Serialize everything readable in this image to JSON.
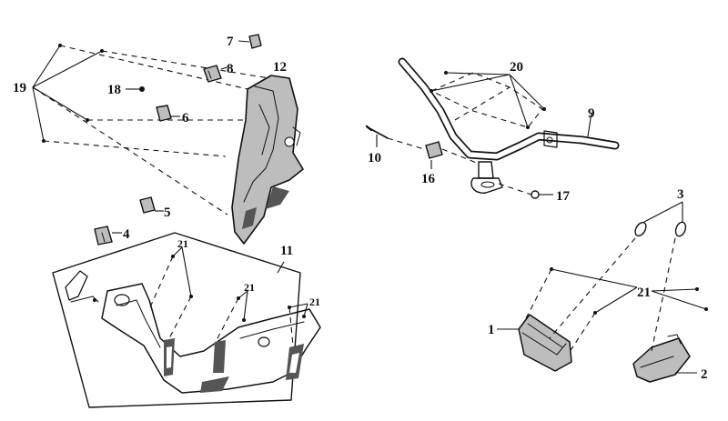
{
  "diagram": {
    "callouts": {
      "c1": "1",
      "c2": "2",
      "c3": "3",
      "c4": "4",
      "c5": "5",
      "c6": "6",
      "c7": "7",
      "c8": "8",
      "c9": "9",
      "c10": "10",
      "c11": "11",
      "c12": "12",
      "c16": "16",
      "c17": "17",
      "c18": "18",
      "c19": "19",
      "c20": "20",
      "c21_box_a": "21",
      "c21_box_b": "21",
      "c21_box_c": "21",
      "c21_right": "21"
    }
  }
}
